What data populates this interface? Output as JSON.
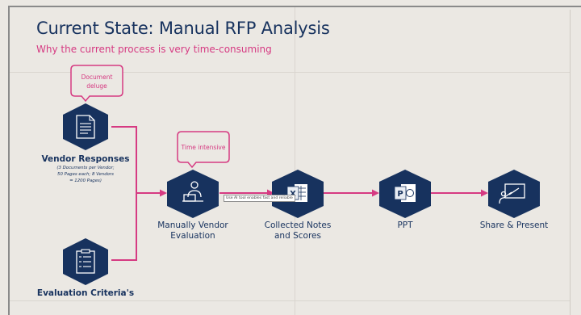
{
  "title": "Current State: Manual RFP Analysis",
  "subtitle": "Why the current process is very time-consuming",
  "colors": {
    "navy": "#17325e",
    "magenta": "#d63a82",
    "background": "#ebe8e3"
  },
  "callouts": {
    "document_deluge": [
      "Document",
      "deluge"
    ],
    "time_intensive": "Time intensive"
  },
  "nodes": {
    "vendor_responses": {
      "label": "Vendor Responses",
      "detail": [
        "(3 Documents per Vendor;",
        "50 Pages each; 8 Vendors",
        "= 1200 Pages)"
      ],
      "icon": "document-icon"
    },
    "evaluation_criteria": {
      "label": "Evaluation Criteria's",
      "icon": "checklist-icon"
    },
    "manual_evaluation": {
      "label": [
        "Manually Vendor",
        "Evaluation"
      ],
      "icon": "person-at-desk-icon"
    },
    "collected_notes": {
      "label": [
        "Collected Notes",
        "and Scores"
      ],
      "icon": "excel-icon"
    },
    "ppt": {
      "label": "PPT",
      "icon": "powerpoint-icon"
    },
    "share_present": {
      "label": "Share & Present",
      "icon": "presentation-icon"
    }
  },
  "tooltip": "Use AI tool enables fast and reliable"
}
